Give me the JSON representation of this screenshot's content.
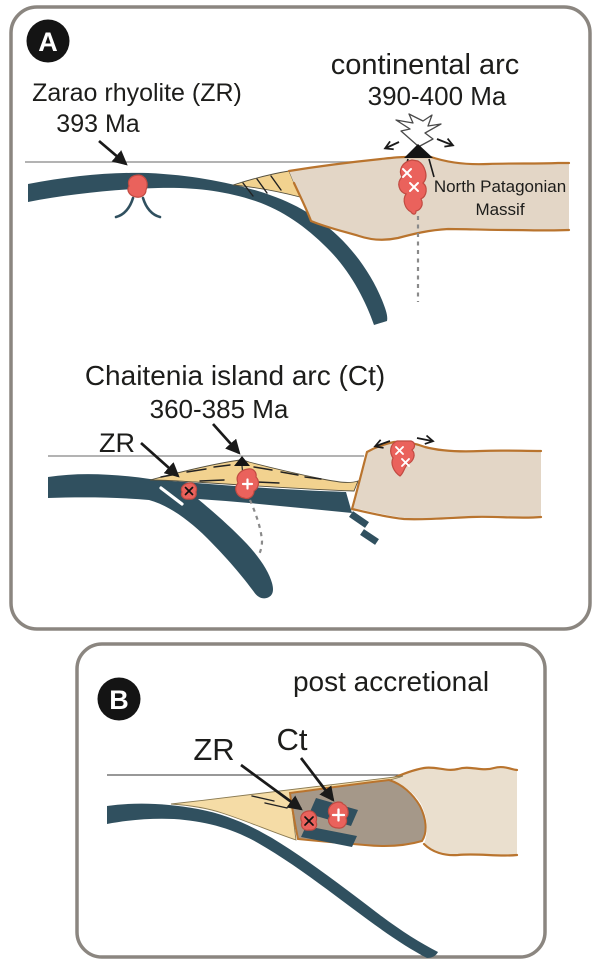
{
  "panel_a": {
    "badge": "A",
    "continental_arc": {
      "title": "continental arc",
      "age": "390-400 Ma",
      "zarao_label": "Zarao rhyolite (ZR)",
      "zarao_age": "393 Ma",
      "massif_line1": "North Patagonian",
      "massif_line2": "Massif"
    },
    "chaitenia": {
      "title": "Chaitenia island arc (Ct)",
      "age": "360-385 Ma",
      "zr_label": "ZR"
    }
  },
  "panel_b": {
    "badge": "B",
    "title": "post accretional",
    "zr_label": "ZR",
    "ct_label": "Ct"
  },
  "colors": {
    "oceanic_plate": "#30505f",
    "continental_crust": "#e3d6c6",
    "accretionary_wedge": "#f2d28f",
    "accreted_terrane_gray": "#a59889",
    "magma_red": "#ea625c",
    "magma_outline": "#c14b42",
    "crust_outline_orange": "#b9742e",
    "panel_border_gray": "#8b8680",
    "sea_level_line": "#9a9a9a",
    "text_black": "#1d1d1b"
  }
}
